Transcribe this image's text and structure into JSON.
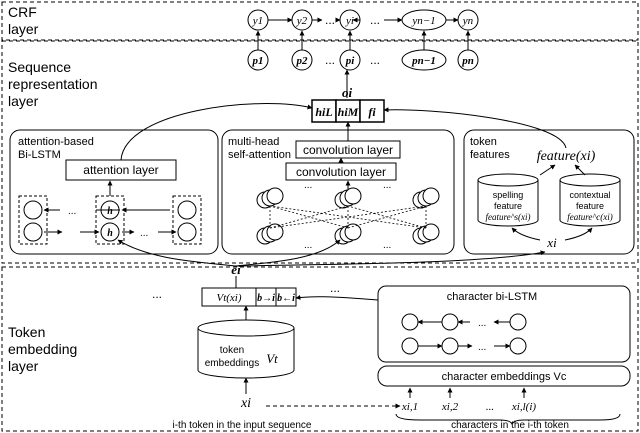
{
  "layers": {
    "crf": [
      "CRF",
      "layer"
    ],
    "sequence": [
      "Sequence",
      "representation",
      "layer"
    ],
    "token": [
      "Token",
      "embedding",
      "layer"
    ]
  },
  "crf_nodes": [
    "y1",
    "y2",
    "...",
    "yi",
    "...",
    "yn−1",
    "yn"
  ],
  "p_nodes": [
    "p1",
    "p2",
    "...",
    "pi",
    "...",
    "pn−1",
    "pn"
  ],
  "concat": {
    "o_label": "oi",
    "cells": [
      "hiL",
      "hiM",
      "fi"
    ]
  },
  "panels": {
    "attention": {
      "title": [
        "attention-based",
        "Bi-LSTM"
      ],
      "layer_label": "attention layer",
      "h_top": "h",
      "h_bottom": "h"
    },
    "multihead": {
      "title": [
        "multi-head",
        "self-attention"
      ],
      "conv1": "convolution layer",
      "conv2": "convolution layer"
    },
    "features": {
      "title": [
        "token",
        "features"
      ],
      "feature_expr": "feature(xi)",
      "spelling": [
        "spelling",
        "feature",
        "feature^s(xi)"
      ],
      "contextual": [
        "contextual",
        "feature",
        "feature^c(xi)"
      ],
      "xi": "xi"
    }
  },
  "ei_label": "ei",
  "token_layer": {
    "concat_cells": [
      "Vt(xi)",
      "b→i",
      "b←i"
    ],
    "token_embeddings": [
      "token",
      "embeddings"
    ],
    "vt_symbol": "Vt",
    "char_bilstm_label": "character bi-LSTM",
    "char_embeddings_label": "character embeddings Vc",
    "xi_label": "xi",
    "char_inputs": [
      "xi,1",
      "xi,2",
      "...",
      "xi,l(i)"
    ],
    "caption_left": "i-th token in the input sequence",
    "caption_right": "characters in the i-th token"
  },
  "ellipsis": "..."
}
